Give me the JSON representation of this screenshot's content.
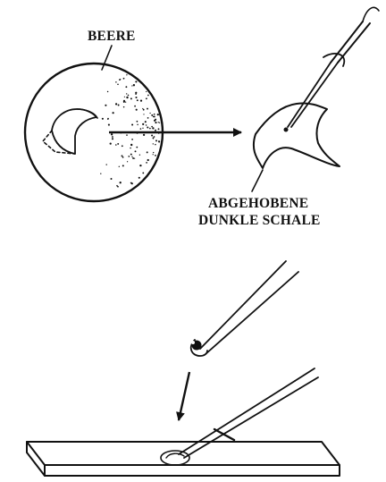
{
  "labels": {
    "berry": "BEERE",
    "peeled_skin_line1": "ABGEHOBENE",
    "peeled_skin_line2": "DUNKLE SCHALE"
  },
  "colors": {
    "ink": "#111111",
    "background": "#ffffff"
  },
  "icons": [
    "berry-illustration",
    "forceps-icon",
    "slide-illustration",
    "arrow-icon"
  ]
}
